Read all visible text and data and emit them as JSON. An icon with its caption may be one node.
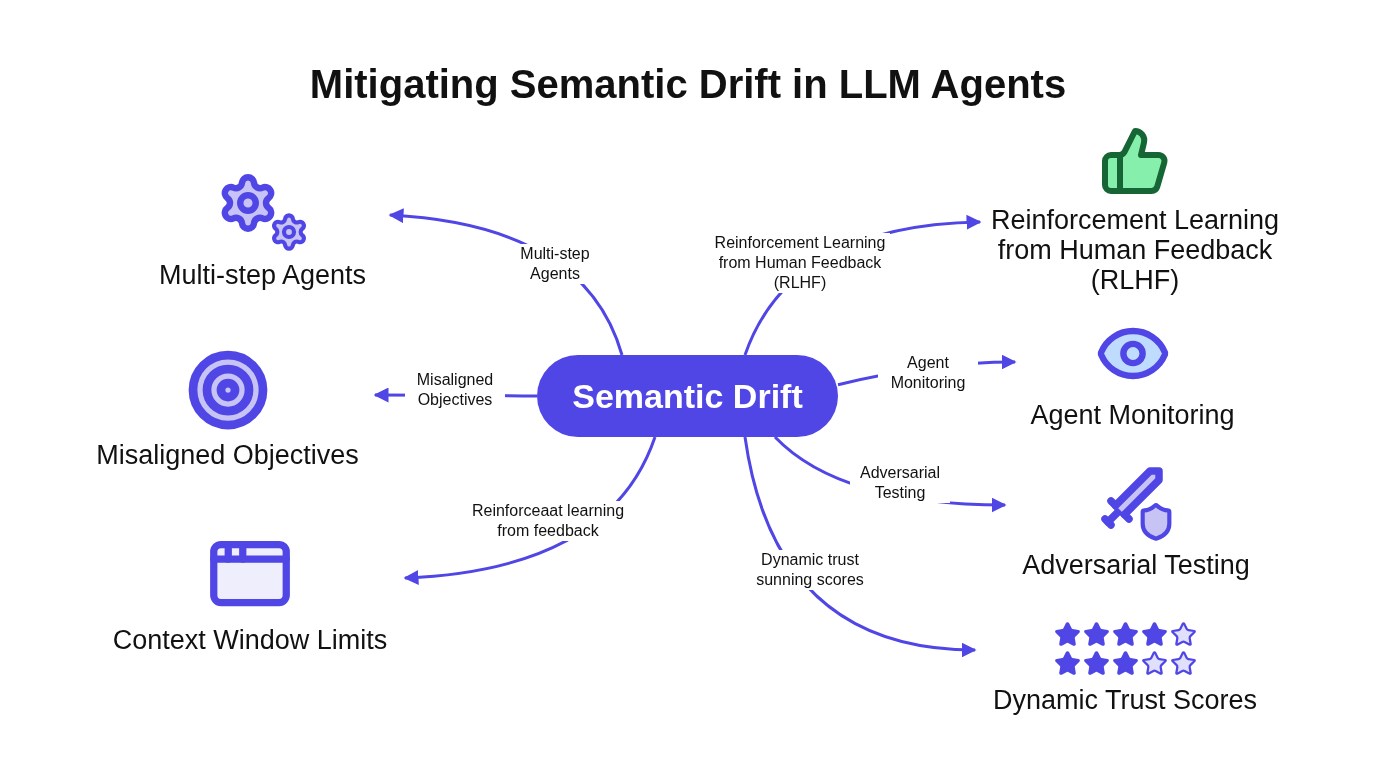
{
  "diagram": {
    "title": "Mitigating Semantic Drift in LLM Agents",
    "nodes": [
      {
        "text": [
          "Semantic Drift"
        ]
      },
      {
        "text": [
          "Multi-step Agents"
        ]
      },
      {
        "text": [
          "Misaligned Objectives"
        ]
      },
      {
        "text": [
          "Context Window Limits"
        ]
      },
      {
        "text": [
          "Reinforcement Learning from Human Feedback (RLHF)"
        ]
      },
      {
        "text": [
          "Agent Monitoring"
        ]
      },
      {
        "text": [
          "Adversarial Testing"
        ]
      },
      {
        "text": [
          "Dynamic Trust Scores"
        ]
      }
    ],
    "edges": [
      {
        "from": 0,
        "to": 1,
        "arrow": "to",
        "label": "Multi-step Agents"
      },
      {
        "from": 0,
        "to": 2,
        "arrow": "to",
        "label": "Misaligned Objectives"
      },
      {
        "from": 0,
        "to": 3,
        "arrow": "to",
        "label": "Reinforceaat learning from feedback"
      },
      {
        "from": 0,
        "to": 4,
        "arrow": "to",
        "label": "Reinforcement Learning from Human Feedback (RLHF)"
      },
      {
        "from": 0,
        "to": 5,
        "arrow": "to",
        "label": "Agent Monitoring"
      },
      {
        "from": 0,
        "to": 6,
        "arrow": "to",
        "label": "Adversarial Testing"
      },
      {
        "from": 0,
        "to": 7,
        "arrow": "to",
        "label": "Dynamic trust sunning scores"
      }
    ]
  }
}
